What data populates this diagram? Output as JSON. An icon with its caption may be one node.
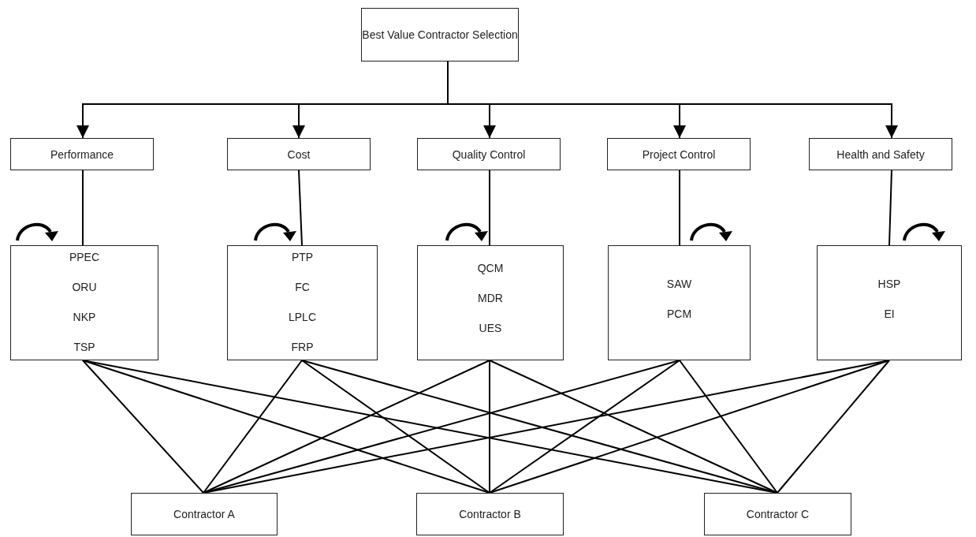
{
  "diagram": {
    "nodes": [
      {
        "text": [
          "Best Value Contractor Selection"
        ]
      },
      {
        "text": [
          "Performance"
        ]
      },
      {
        "text": [
          "Cost"
        ]
      },
      {
        "text": [
          "Quality Control"
        ]
      },
      {
        "text": [
          "Project Control"
        ]
      },
      {
        "text": [
          "Health and Safety"
        ]
      },
      {
        "text": [
          "PPEC",
          "ORU",
          "NKP",
          "TSP"
        ]
      },
      {
        "text": [
          "PTP",
          "FC",
          "LPLC",
          "FRP"
        ]
      },
      {
        "text": [
          "QCM",
          "MDR",
          "UES"
        ]
      },
      {
        "text": [
          "SAW",
          "PCM"
        ]
      },
      {
        "text": [
          "HSP",
          "EI"
        ]
      },
      {
        "text": [
          "Contractor A"
        ]
      },
      {
        "text": [
          "Contractor B"
        ]
      },
      {
        "text": [
          "Contractor C"
        ]
      }
    ],
    "edges": [
      {
        "from": 0,
        "to": 1,
        "arrow": "to"
      },
      {
        "from": 0,
        "to": 2,
        "arrow": "to"
      },
      {
        "from": 0,
        "to": 3,
        "arrow": "to"
      },
      {
        "from": 0,
        "to": 4,
        "arrow": "to"
      },
      {
        "from": 0,
        "to": 5,
        "arrow": "to"
      },
      {
        "from": 1,
        "to": 6,
        "arrow": "none"
      },
      {
        "from": 2,
        "to": 7,
        "arrow": "none"
      },
      {
        "from": 3,
        "to": 8,
        "arrow": "none"
      },
      {
        "from": 4,
        "to": 9,
        "arrow": "none"
      },
      {
        "from": 5,
        "to": 10,
        "arrow": "none"
      },
      {
        "from": 6,
        "to": 11,
        "arrow": "none"
      },
      {
        "from": 6,
        "to": 12,
        "arrow": "none"
      },
      {
        "from": 6,
        "to": 13,
        "arrow": "none"
      },
      {
        "from": 7,
        "to": 11,
        "arrow": "none"
      },
      {
        "from": 7,
        "to": 12,
        "arrow": "none"
      },
      {
        "from": 7,
        "to": 13,
        "arrow": "none"
      },
      {
        "from": 8,
        "to": 11,
        "arrow": "none"
      },
      {
        "from": 8,
        "to": 12,
        "arrow": "none"
      },
      {
        "from": 8,
        "to": 13,
        "arrow": "none"
      },
      {
        "from": 9,
        "to": 11,
        "arrow": "none"
      },
      {
        "from": 9,
        "to": 12,
        "arrow": "none"
      },
      {
        "from": 9,
        "to": 13,
        "arrow": "none"
      },
      {
        "from": 10,
        "to": 11,
        "arrow": "none"
      },
      {
        "from": 10,
        "to": 12,
        "arrow": "none"
      },
      {
        "from": 10,
        "to": 13,
        "arrow": "none"
      }
    ]
  }
}
